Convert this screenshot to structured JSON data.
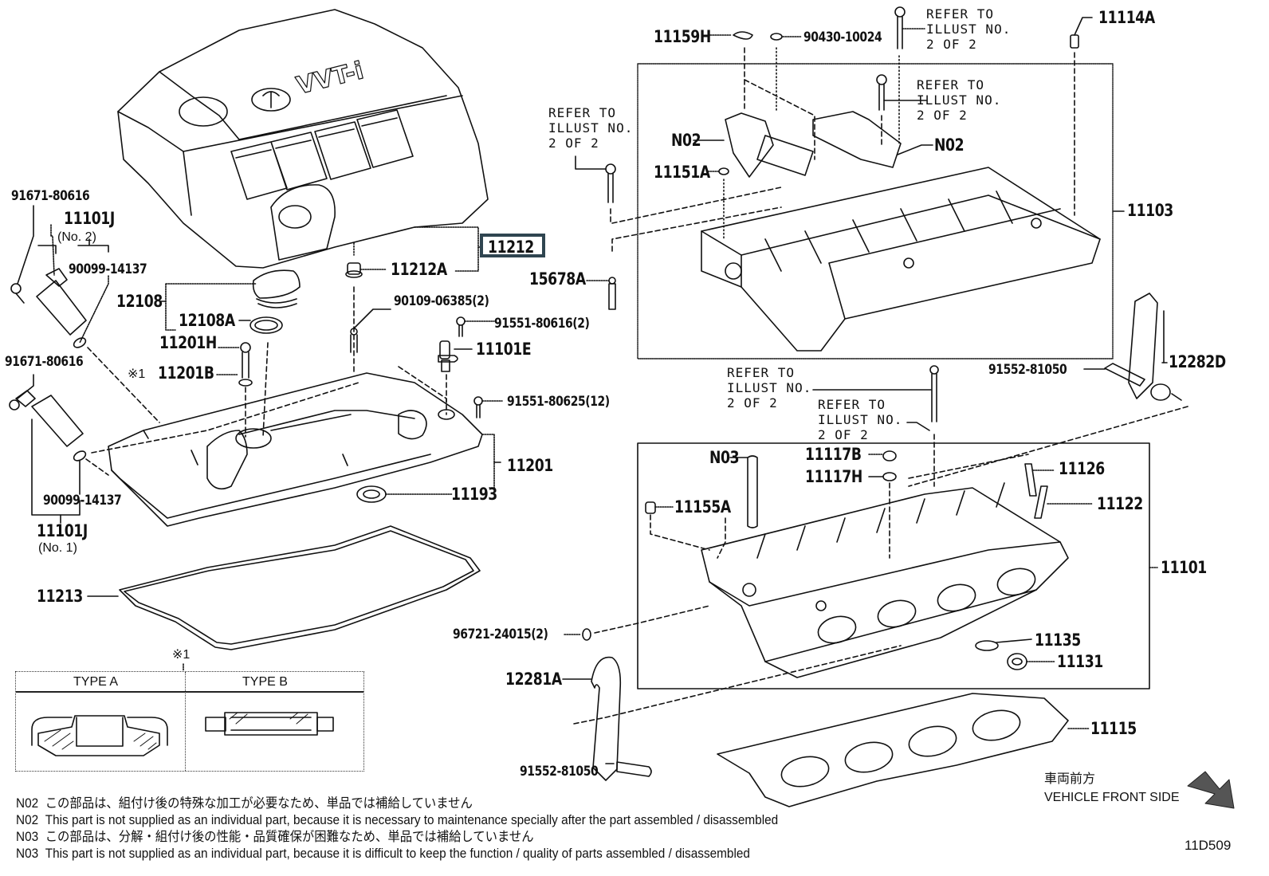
{
  "diagram": {
    "title": "Cylinder head / cylinder head cover exploded parts diagram",
    "illustration_id": "11D509",
    "highlighted_part": "11212",
    "highlight_color": "#2f4550",
    "parts": {
      "p91671_top": "91671-80616",
      "p11101J_no2": "11101J",
      "p11101J_no2_sub": "(No. 2)",
      "p90099_top": "90099-14137",
      "p12108": "12108",
      "p12108A": "12108A",
      "p11201H": "11201H",
      "p11201B": "11201B",
      "p11201B_mark": "※1",
      "p91671_mid": "91671-80616",
      "p90099_bot": "90099-14137",
      "p11101J_no1": "11101J",
      "p11101J_no1_sub": "(No. 1)",
      "p11213": "11213",
      "p11212": "11212",
      "p11212A": "11212A",
      "p90109": "90109-06385(2)",
      "p91551_80616": "91551-80616(2)",
      "p11101E": "11101E",
      "p91551_80625": "91551-80625(12)",
      "p11201": "11201",
      "p11193": "11193",
      "p11159H": "11159H",
      "p90430": "90430-10024",
      "p11114A": "11114A",
      "pN02_left": "N02",
      "pN02_right": "N02",
      "p11151A": "11151A",
      "p11103": "11103",
      "p15678A": "15678A",
      "p91552_right": "91552-81050",
      "p12282D": "12282D",
      "pN03": "N03",
      "p11117B": "11117B",
      "p11117H": "11117H",
      "p11126": "11126",
      "p11122": "11122",
      "p11155A": "11155A",
      "p11101": "11101",
      "p96721": "96721-24015(2)",
      "p11135": "11135",
      "p11131": "11131",
      "p12281A": "12281A",
      "p11115": "11115",
      "p91552_bottom": "91552-81050"
    },
    "refer_notes": [
      "REFER TO\nILLUST NO.\n2 OF 2",
      "REFER TO\nILLUST NO.\n2 OF 2",
      "REFER TO\nILLUST NO.\n2 OF 2",
      "REFER TO\nILLUST NO.\n2 OF 2",
      "REFER TO\nILLUST NO.\n2 OF 2"
    ],
    "type_table": {
      "mark": "※1",
      "col_a": "TYPE A",
      "col_b": "TYPE B"
    },
    "direction": {
      "jp": "車両前方",
      "en": "VEHICLE FRONT SIDE"
    },
    "footnotes": [
      {
        "code": "N02",
        "text": "この部品は、組付け後の特殊な加工が必要なため、単品では補給していません"
      },
      {
        "code": "N02",
        "text": "This part is not supplied as an individual part, because it is necessary to maintenance specially after the part assembled / disassembled"
      },
      {
        "code": "N03",
        "text": "この部品は、分解・組付け後の性能・品質確保が困難なため、単品では補給していません"
      },
      {
        "code": "N03",
        "text": "This part is not supplied as an individual part, because it is difficult to keep the function / quality of parts  assembled / disassembled"
      }
    ]
  }
}
